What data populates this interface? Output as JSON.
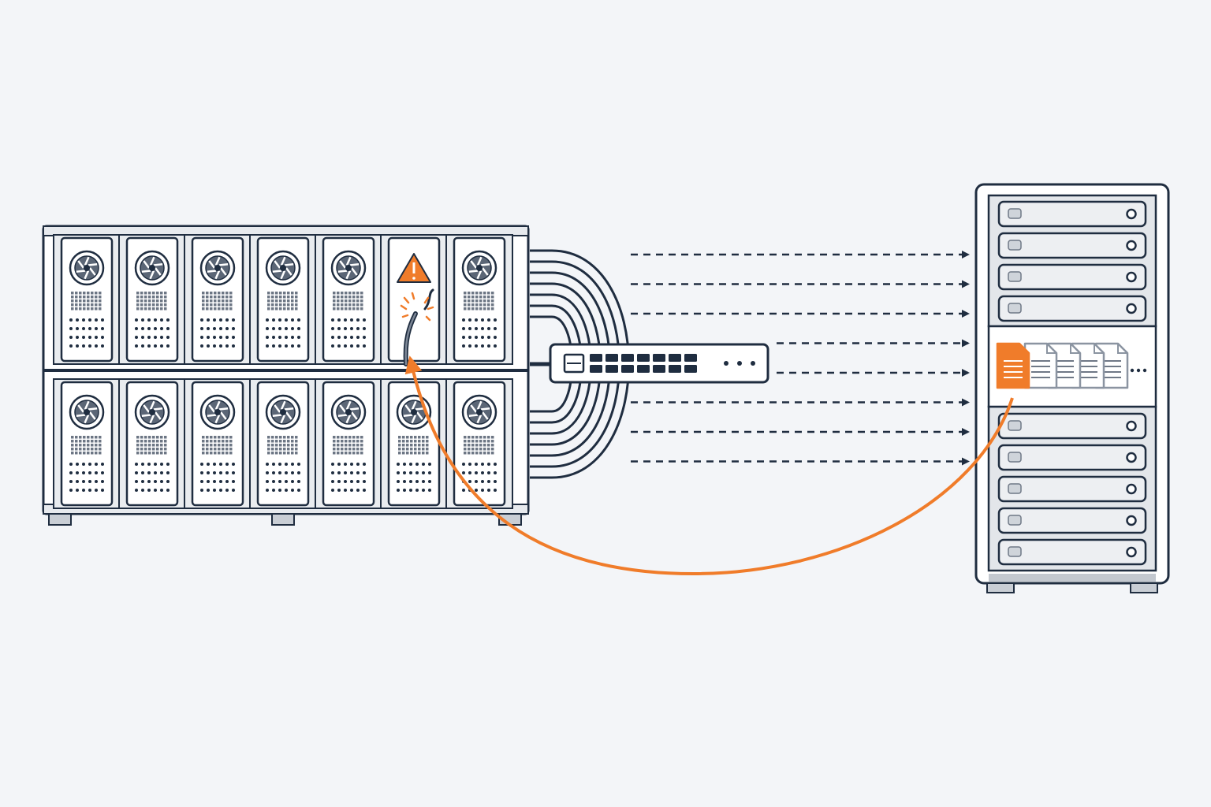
{
  "colors": {
    "background": "#f3f5f8",
    "line": "#1f2d40",
    "accent": "#f07c2a",
    "panel": "#ffffff",
    "slot": "#d5d9df",
    "detail": "#a9b0ba"
  },
  "left_rack": {
    "rows": 2,
    "columns": 7,
    "node_icon": "fan-icon",
    "failed_node": {
      "row": 0,
      "column": 5,
      "icon": "warning-icon",
      "cable_icon": "broken-cable-icon"
    }
  },
  "network_switch": {
    "icon": "network-switch-icon",
    "port_count": 14,
    "more_indicator": "…"
  },
  "dashed_links": {
    "count": 8,
    "arrow_icon": "arrow-right-icon"
  },
  "storage_server": {
    "top_drive_count": 4,
    "bottom_drive_count": 5,
    "file_tray": {
      "highlighted_file_icon": "orange-document-icon",
      "file_icon": "document-icon",
      "file_count": 5,
      "more_indicator": "…"
    }
  },
  "recovery_arrow": {
    "icon": "curved-arrow-icon"
  }
}
